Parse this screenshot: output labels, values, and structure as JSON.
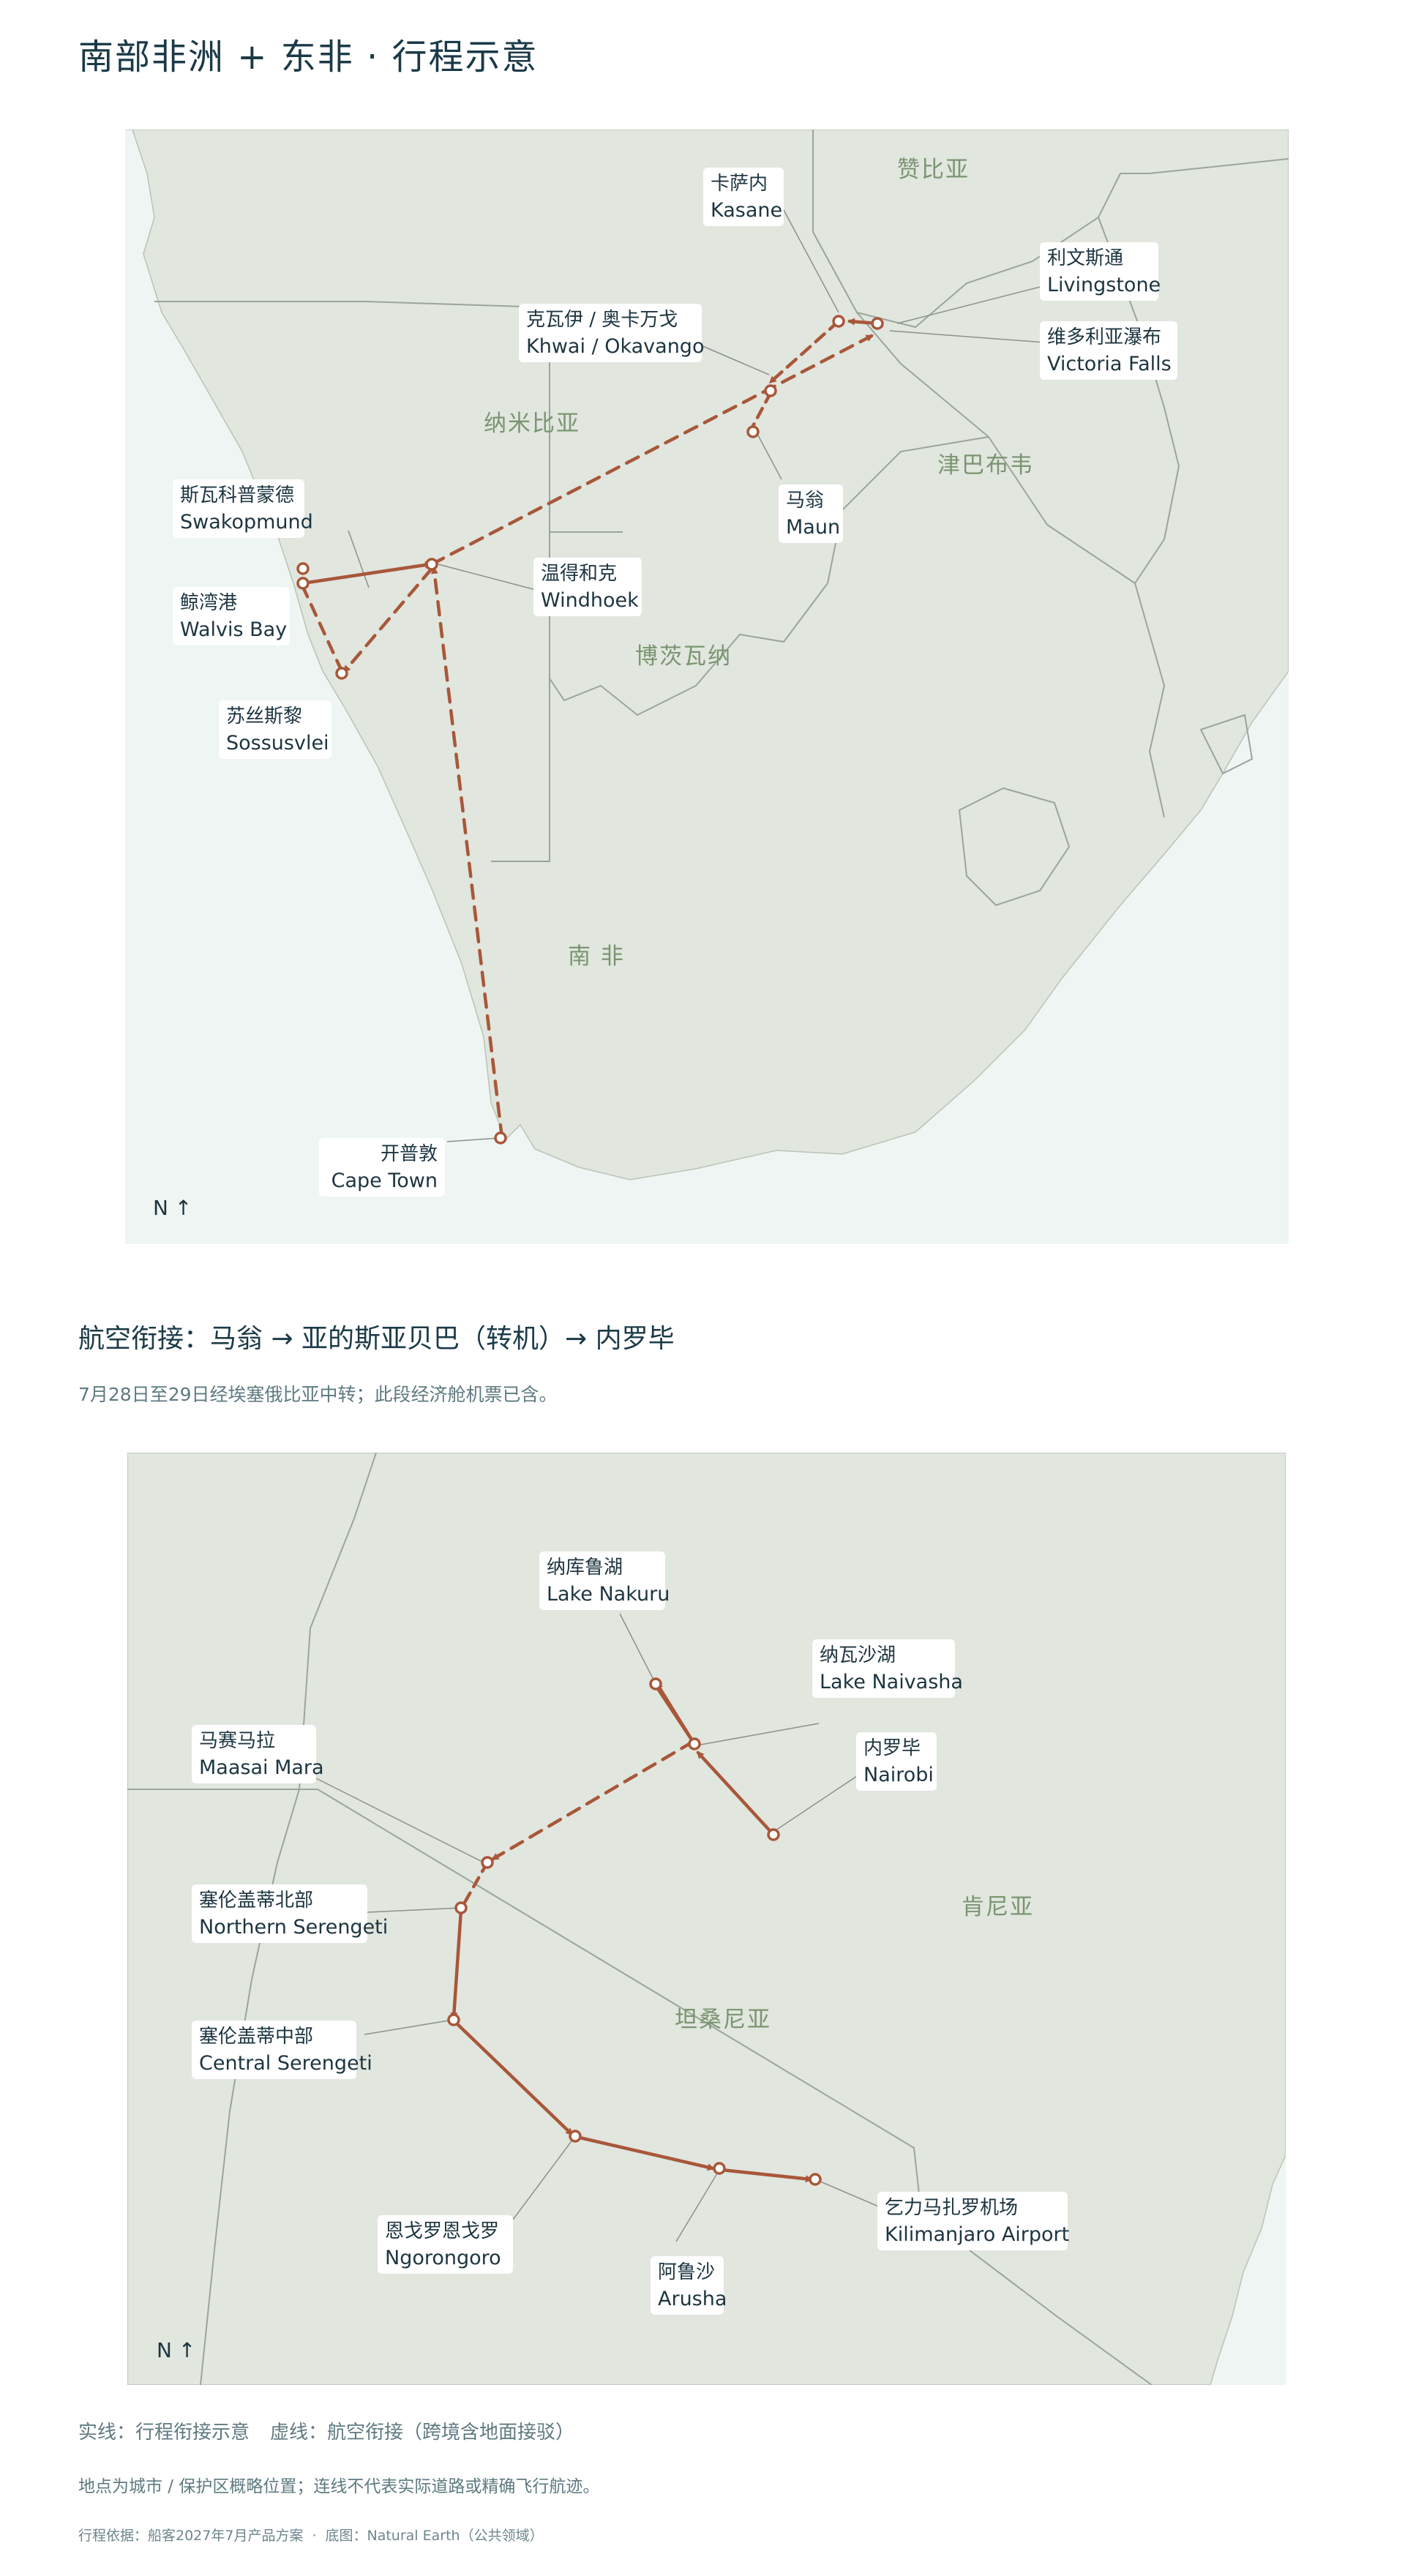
{
  "page": {
    "title": "南部非洲 + 东非 · 行程示意"
  },
  "colors": {
    "land": "#e1e6de",
    "sea": "#eef5f3",
    "border": "#9aa59c",
    "route": "#a8573a",
    "label_text": "#1d3540",
    "country_text": "#7a9572"
  },
  "map_south": {
    "countries": [
      "赞比亚",
      "纳米比亚",
      "津巴布韦",
      "博茨瓦纳",
      "南 非"
    ],
    "north_arrow": "N ↑",
    "places": {
      "kasane": {
        "zh": "卡萨内",
        "en": "Kasane"
      },
      "livingstone": {
        "zh": "利文斯通",
        "en": "Livingstone"
      },
      "victoria_falls": {
        "zh": "维多利亚瀑布",
        "en": "Victoria Falls"
      },
      "khwai": {
        "zh": "克瓦伊 / 奥卡万戈",
        "en": "Khwai / Okavango"
      },
      "maun": {
        "zh": "马翁",
        "en": "Maun"
      },
      "swakopmund": {
        "zh": "斯瓦科普蒙德",
        "en": "Swakopmund"
      },
      "walvis_bay": {
        "zh": "鲸湾港",
        "en": "Walvis Bay"
      },
      "windhoek": {
        "zh": "温得和克",
        "en": "Windhoek"
      },
      "sossusvlei": {
        "zh": "苏丝斯黎",
        "en": "Sossusvlei"
      },
      "cape_town": {
        "zh": "开普敦",
        "en": "Cape Town"
      }
    }
  },
  "air_link": {
    "title": "航空衔接：马翁 → 亚的斯亚贝巴（转机）→ 内罗毕",
    "note": "7月28日至29日经埃塞俄比亚中转；此段经济舱机票已含。"
  },
  "map_east": {
    "countries": [
      "肯尼亚",
      "坦桑尼亚"
    ],
    "north_arrow": "N ↑",
    "places": {
      "lake_nakuru": {
        "zh": "纳库鲁湖",
        "en": "Lake Nakuru"
      },
      "lake_naivasha": {
        "zh": "纳瓦沙湖",
        "en": "Lake Naivasha"
      },
      "nairobi": {
        "zh": "内罗毕",
        "en": "Nairobi"
      },
      "maasai_mara": {
        "zh": "马赛马拉",
        "en": "Maasai Mara"
      },
      "northern_serengeti": {
        "zh": "塞伦盖蒂北部",
        "en": "Northern Serengeti"
      },
      "central_serengeti": {
        "zh": "塞伦盖蒂中部",
        "en": "Central Serengeti"
      },
      "ngorongoro": {
        "zh": "恩戈罗恩戈罗",
        "en": "Ngorongoro"
      },
      "arusha": {
        "zh": "阿鲁沙",
        "en": "Arusha"
      },
      "kilimanjaro": {
        "zh": "乞力马扎罗机场",
        "en": "Kilimanjaro Airport"
      }
    }
  },
  "legend": {
    "solid": "实线：行程衔接示意",
    "dashed": "虚线：航空衔接（跨境含地面接驳）"
  },
  "disclaimer": "地点为城市 / 保护区概略位置；连线不代表实际道路或精确飞行航迹。",
  "source": {
    "basis": "行程依据：船客2027年7月产品方案",
    "separator": "·",
    "basemap": "底图：Natural Earth（公共领域）"
  }
}
